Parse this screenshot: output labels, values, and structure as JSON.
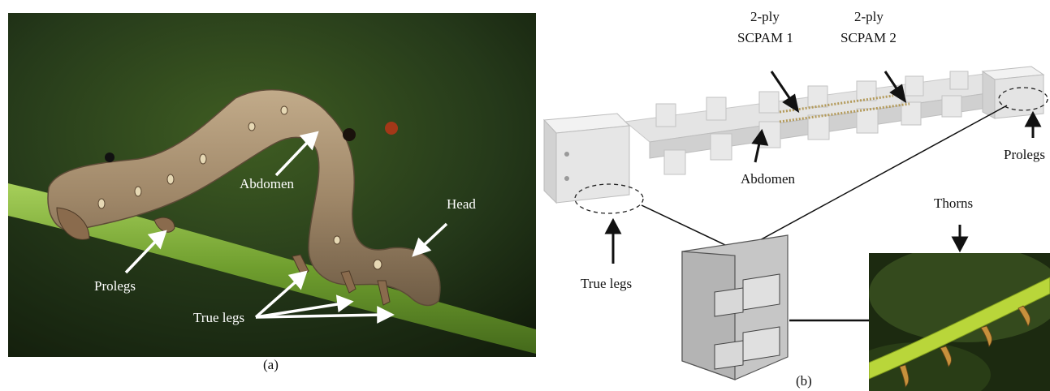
{
  "panel_a": {
    "labels": {
      "abdomen": "Abdomen",
      "head": "Head",
      "prolegs": "Prolegs",
      "true_legs": "True legs"
    },
    "caption": "(a)"
  },
  "panel_b": {
    "labels": {
      "scpam1_line1": "2-ply",
      "scpam1_line2": "SCPAM 1",
      "scpam2_line1": "2-ply",
      "scpam2_line2": "SCPAM 2",
      "prolegs": "Prolegs",
      "abdomen": "Abdomen",
      "true_legs": "True legs",
      "thorns": "Thorns"
    },
    "caption": "(b)"
  },
  "colors": {
    "photo_bg_dark": "#1d2e12",
    "photo_bg_mid": "#3a5a1e",
    "stem_green": "#7fae3a",
    "caterpillar": "#a08a6c",
    "robot_body": "#ececec",
    "thorn_stem": "#b9d63a"
  }
}
